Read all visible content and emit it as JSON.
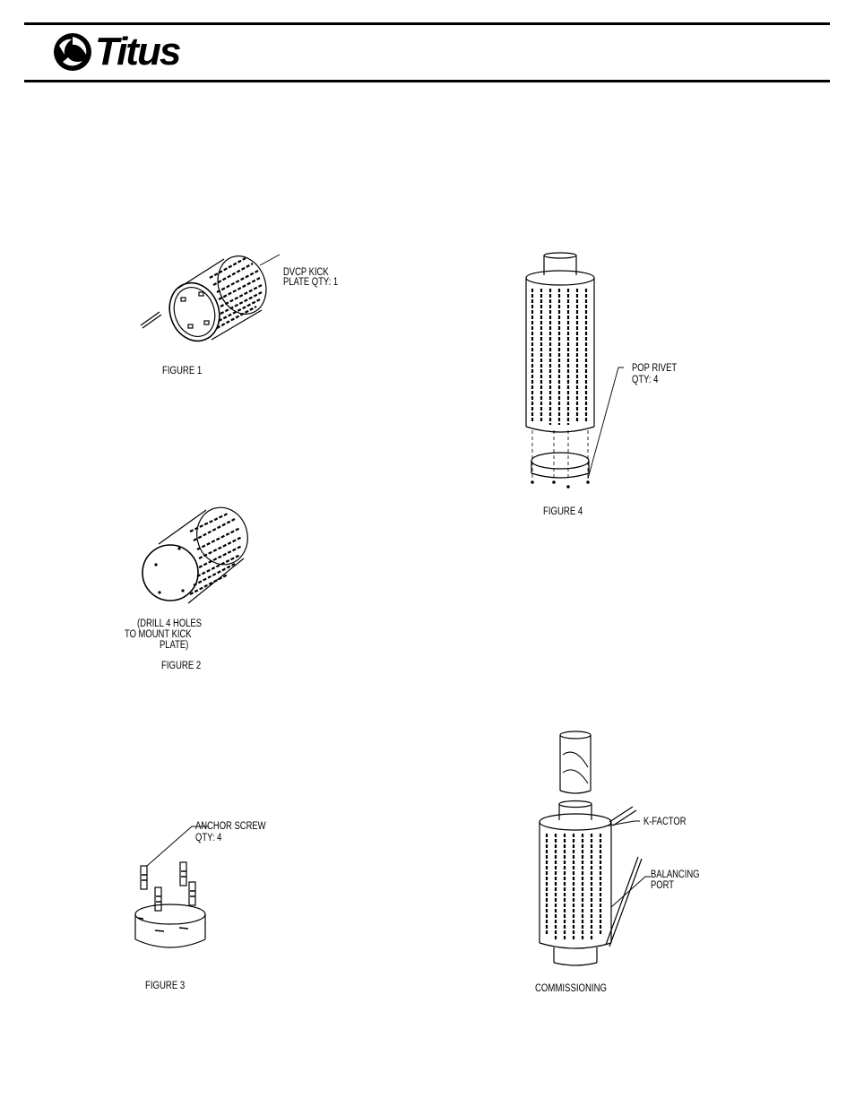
{
  "brand": {
    "name": "Titus",
    "logo_icon": "titus-swirl-icon"
  },
  "figures": {
    "fig1": {
      "caption": "FIGURE 1",
      "callout_line1": "DVCP KICK",
      "callout_line2": "PLATE QTY: 1"
    },
    "fig2": {
      "caption": "FIGURE 2",
      "note_line1": "(DRILL 4 HOLES",
      "note_line2": "TO MOUNT KICK",
      "note_line3": "PLATE)"
    },
    "fig3": {
      "caption": "FIGURE 3",
      "callout_line1": "ANCHOR SCREW",
      "callout_line2": "QTY: 4"
    },
    "fig4": {
      "caption": "FIGURE 4",
      "callout_line1": "POP RIVET",
      "callout_line2": "QTY: 4"
    },
    "commissioning": {
      "caption": "COMMISSIONING",
      "kfactor": "K-FACTOR",
      "port_line1": "BALANCING",
      "port_line2": "PORT"
    }
  }
}
